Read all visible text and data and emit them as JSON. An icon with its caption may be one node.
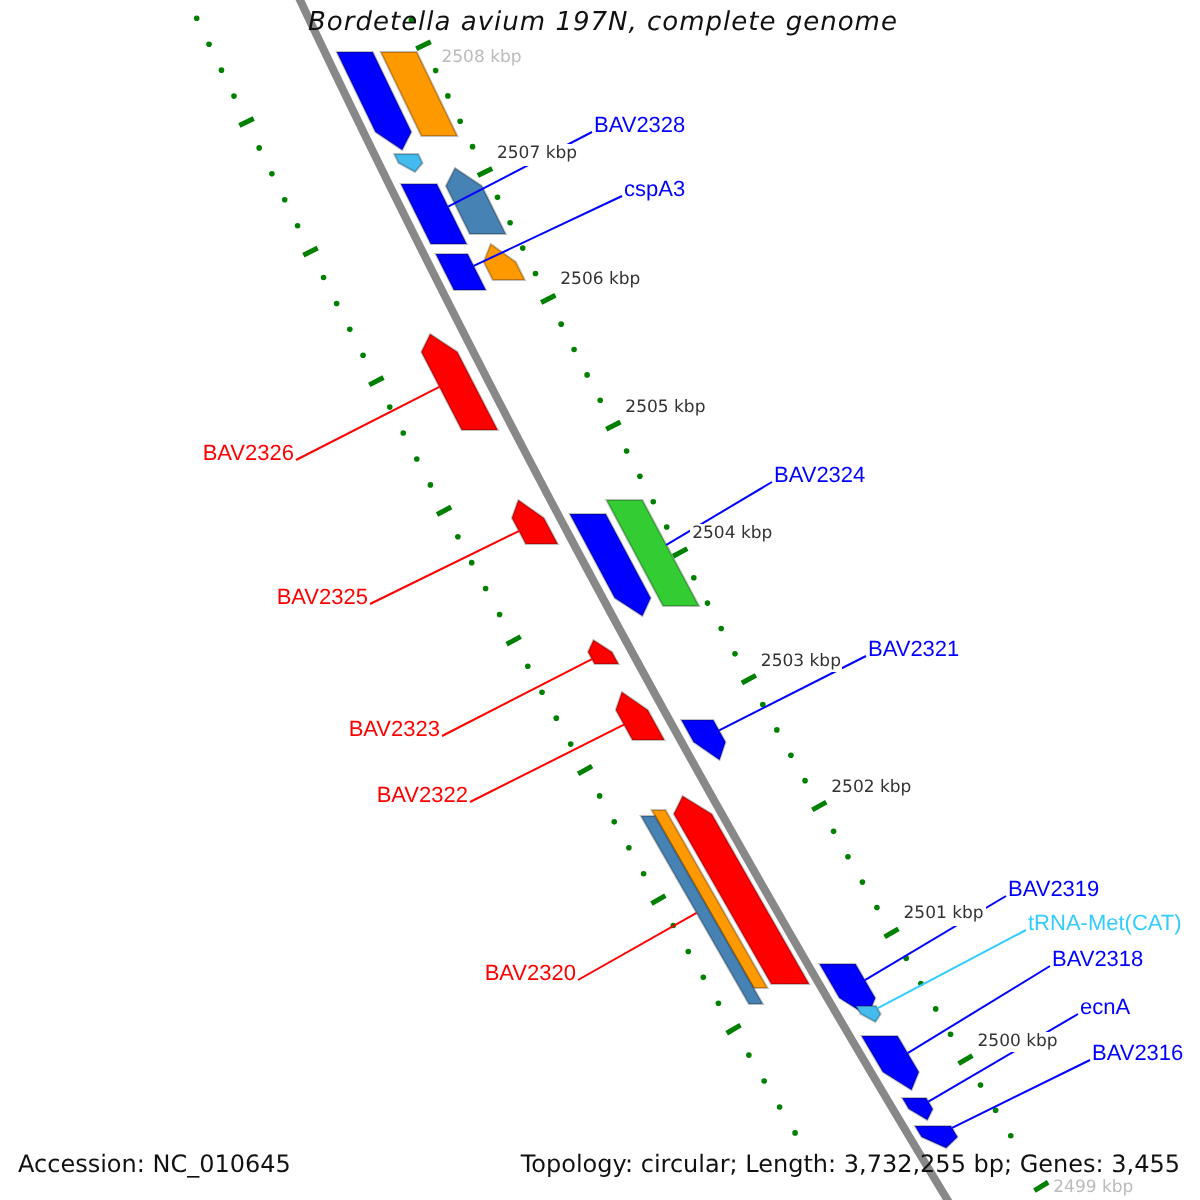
{
  "diagram": {
    "title": "Bordetella avium 197N, complete genome",
    "nodes": [
      {
        "text": [
          "BAV2328"
        ]
      },
      {
        "text": [
          "cspA3"
        ]
      },
      {
        "text": [
          "BAV2326"
        ]
      },
      {
        "text": [
          "BAV2324"
        ]
      },
      {
        "text": [
          "BAV2325"
        ]
      },
      {
        "text": [
          "BAV2321"
        ]
      },
      {
        "text": [
          "BAV2323"
        ]
      },
      {
        "text": [
          "BAV2322"
        ]
      },
      {
        "text": [
          "BAV2319"
        ]
      },
      {
        "text": [
          "tRNA-Met(CAT)"
        ]
      },
      {
        "text": [
          "BAV2318"
        ]
      },
      {
        "text": [
          "BAV2320"
        ]
      },
      {
        "text": [
          "ecnA"
        ]
      },
      {
        "text": [
          "BAV2316"
        ]
      },
      {
        "text": [],
        "shape": "pentagon"
      },
      {
        "text": [],
        "shape": "bar"
      },
      {
        "text": [],
        "shape": "pentagon"
      },
      {
        "text": [],
        "shape": "bar"
      },
      {
        "text": [],
        "shape": "pentagon"
      },
      {
        "text": [],
        "shape": "bar"
      },
      {
        "text": [],
        "shape": "pentagon"
      },
      {
        "text": [],
        "shape": "pentagon"
      },
      {
        "text": [],
        "shape": "bar"
      },
      {
        "text": [],
        "shape": "pentagon"
      },
      {
        "text": [],
        "shape": "pentagon"
      },
      {
        "text": [],
        "shape": "pentagon"
      },
      {
        "text": [],
        "shape": "pentagon"
      },
      {
        "text": [],
        "shape": "pentagon"
      },
      {
        "text": [],
        "shape": "pentagon"
      },
      {
        "text": [],
        "shape": "bar"
      },
      {
        "text": [],
        "shape": "bar"
      },
      {
        "text": [],
        "shape": "pentagon"
      },
      {
        "text": [],
        "shape": "pentagon"
      },
      {
        "text": [],
        "shape": "pentagon"
      },
      {
        "text": [],
        "shape": "pentagon"
      },
      {
        "text": [],
        "shape": "pentagon"
      }
    ],
    "edges": [
      {
        "from": 0,
        "to": 17,
        "arrow": "none"
      },
      {
        "from": 1,
        "to": 19,
        "arrow": "none"
      },
      {
        "from": 2,
        "to": 21,
        "arrow": "none",
        "color": "#ff0000"
      },
      {
        "from": 3,
        "to": 22,
        "arrow": "none"
      },
      {
        "from": 4,
        "to": 23,
        "arrow": "none",
        "color": "#ff0000"
      },
      {
        "from": 5,
        "to": 27,
        "arrow": "none"
      },
      {
        "from": 6,
        "to": 25,
        "arrow": "none",
        "color": "#ff0000"
      },
      {
        "from": 7,
        "to": 26,
        "arrow": "none",
        "color": "#ff0000"
      },
      {
        "from": 8,
        "to": 31,
        "arrow": "none"
      },
      {
        "from": 9,
        "to": 32,
        "arrow": "none",
        "color": "#33ccff"
      },
      {
        "from": 10,
        "to": 33,
        "arrow": "none"
      },
      {
        "from": 11,
        "to": 30,
        "arrow": "none",
        "color": "#ff0000"
      },
      {
        "from": 12,
        "to": 34,
        "arrow": "none"
      },
      {
        "from": 13,
        "to": 35,
        "arrow": "none"
      }
    ],
    "labels": [
      "2508 kbp",
      "2507 kbp",
      "2506 kbp",
      "2505 kbp",
      "2504 kbp",
      "2503 kbp",
      "2502 kbp",
      "2501 kbp",
      "2500 kbp",
      "2499 kbp",
      "Accession: NC_010645",
      "Topology: circular; Length: 3,732,255 bp; Genes: 3,455"
    ]
  }
}
